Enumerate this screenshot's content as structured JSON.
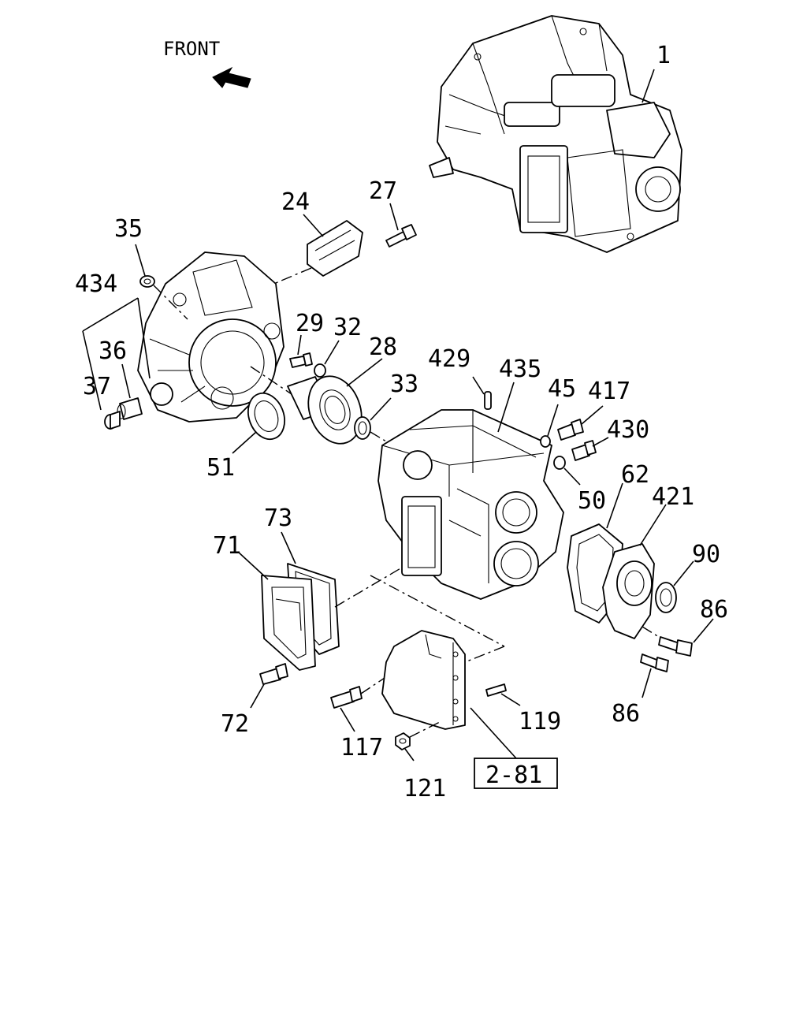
{
  "direction_label": "FRONT",
  "ref_box_label": "2-81",
  "callouts": {
    "c1": "1",
    "c24": "24",
    "c27": "27",
    "c35": "35",
    "c434": "434",
    "c36": "36",
    "c37": "37",
    "c29": "29",
    "c32": "32",
    "c28": "28",
    "c33": "33",
    "c51": "51",
    "c429": "429",
    "c435": "435",
    "c45": "45",
    "c417": "417",
    "c430": "430",
    "c50": "50",
    "c62": "62",
    "c421": "421",
    "c90": "90",
    "c86a": "86",
    "c86b": "86",
    "c73": "73",
    "c71": "71",
    "c72": "72",
    "c117": "117",
    "c119": "119",
    "c121": "121"
  }
}
